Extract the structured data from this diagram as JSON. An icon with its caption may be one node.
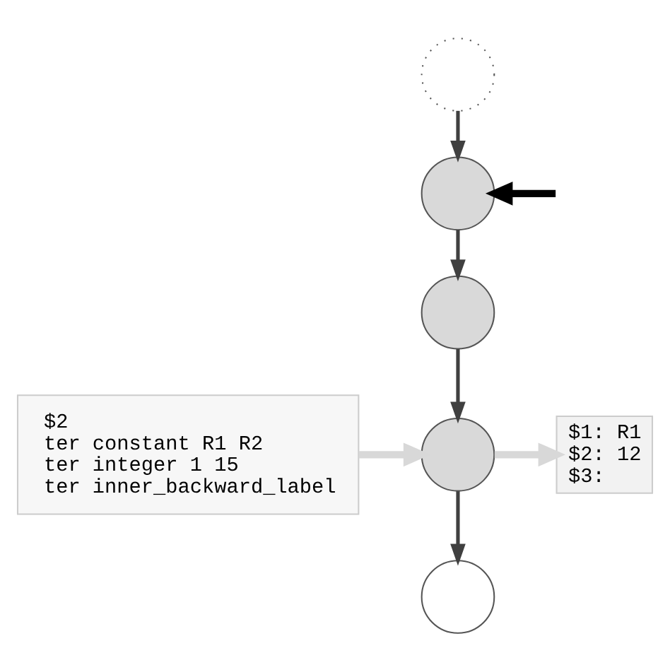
{
  "diagram": {
    "nodes": [
      {
        "text": [],
        "shape": "circle"
      },
      {
        "text": [],
        "shape": "circle"
      },
      {
        "text": [],
        "shape": "circle"
      },
      {
        "text": [],
        "shape": "circle"
      },
      {
        "text": [],
        "shape": "circle"
      },
      {
        "text": [
          "$2",
          "ter constant R1 R2",
          "ter integer 1 15",
          "ter inner_backward_label"
        ]
      },
      {
        "text": [
          "$1: R1",
          "$2: 12",
          "$3:"
        ]
      }
    ],
    "edges": [
      {
        "from": 0,
        "to": 1,
        "arrow": "to"
      },
      {
        "from": 1,
        "to": 2,
        "arrow": "to"
      },
      {
        "from": 2,
        "to": 3,
        "arrow": "to"
      },
      {
        "from": 3,
        "to": 4,
        "arrow": "to"
      },
      {
        "from": 5,
        "to": 3,
        "arrow": "to",
        "style": "thick",
        "color": "#d8d8d8"
      },
      {
        "from": 3,
        "to": 6,
        "arrow": "to",
        "style": "thick",
        "color": "#d8d8d8"
      },
      {
        "from": null,
        "to": 1,
        "arrow": "to",
        "style": "thick",
        "color": "#000000"
      }
    ]
  }
}
